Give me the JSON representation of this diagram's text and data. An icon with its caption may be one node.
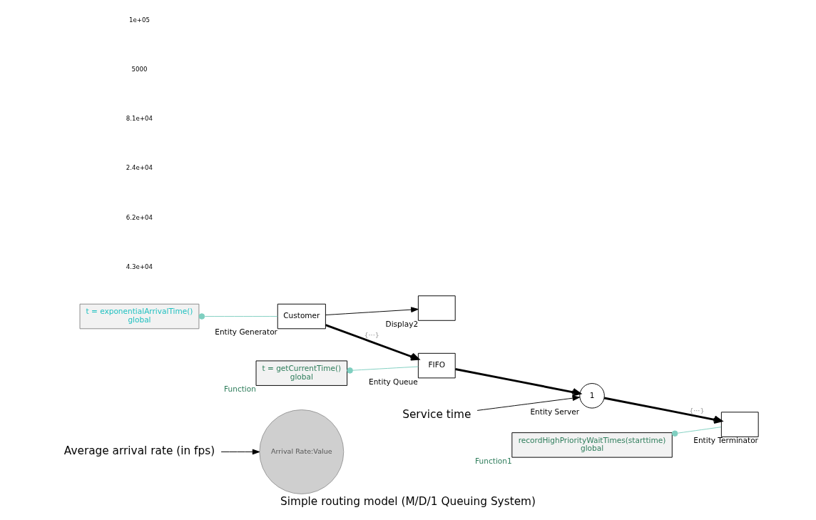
{
  "diagram": {
    "caption": "Simple routing model (M/D/1 Queuing System)",
    "nodes": [
      {
        "text": [
          "Arrival Rate:Value"
        ]
      },
      {
        "text": [
          "Average arrival rate (in fps)"
        ]
      },
      {
        "text": [
          "t = exponentialArrivalTime()",
          "global"
        ]
      },
      {
        "text": [
          "recordHighPriorityWaitTimes(starttime)",
          "global"
        ],
        "beside": [
          "Function1"
        ]
      },
      {
        "text": [
          "Customer"
        ],
        "beside": [
          "Entity Generator"
        ]
      },
      {
        "text": [
          "FIFO"
        ],
        "beside": [
          "Entity Queue"
        ]
      },
      {
        "text": [
          "1"
        ],
        "beside": [
          "Entity Server"
        ]
      },
      {
        "text": [],
        "shape": "box",
        "beside": [
          "Entity Terminator"
        ]
      },
      {
        "text": [
          "t = getCurrentTime()",
          "global"
        ],
        "beside": [
          "Function"
        ]
      },
      {
        "text": [],
        "shape": "box",
        "beside": [
          "Display2"
        ]
      },
      {
        "text": [
          "Service time"
        ]
      }
    ],
    "edges": [
      {
        "from": 1,
        "to": 0,
        "arrow": "to"
      },
      {
        "from": 4,
        "to": 5,
        "arrow": "to",
        "label": "{···}",
        "style": "thick"
      },
      {
        "from": 5,
        "to": 6,
        "arrow": "to",
        "style": "thick"
      },
      {
        "from": 6,
        "to": 7,
        "arrow": "to",
        "label": "{···}",
        "style": "thick"
      },
      {
        "from": 4,
        "to": 9,
        "arrow": "to"
      },
      {
        "from": 2,
        "to": 4,
        "arrow": "other",
        "color": "#7fcfc0"
      },
      {
        "from": 8,
        "to": 5,
        "arrow": "other",
        "color": "#7fcfc0"
      },
      {
        "from": 3,
        "to": 7,
        "arrow": "other",
        "color": "#7fcfc0"
      },
      {
        "from": 10,
        "to": 6,
        "arrow": "to"
      }
    ],
    "labels": [
      "4.3e+04",
      "6.2e+04",
      "2.4e+04",
      "8.1e+04",
      "5000",
      "1e+05"
    ]
  }
}
